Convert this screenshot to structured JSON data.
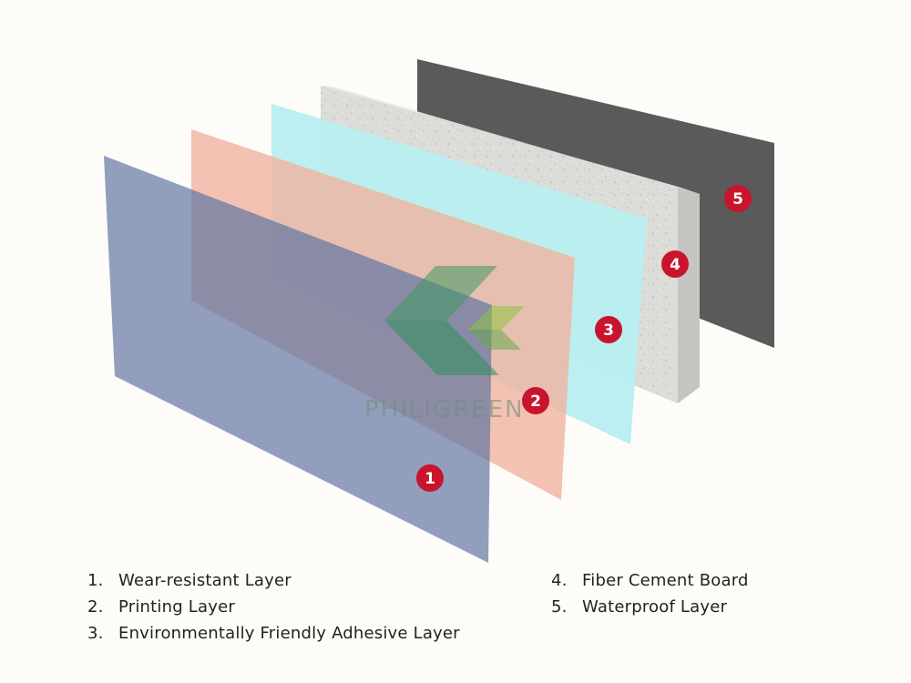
{
  "diagram": {
    "layers": [
      {
        "id": "1",
        "color": "#7486a6"
      },
      {
        "id": "2",
        "color": "#f0b4a2"
      },
      {
        "id": "3",
        "color": "#b7eef0"
      },
      {
        "id": "4",
        "color": "#dcdcd9"
      },
      {
        "id": "5",
        "color": "#5a5a5a"
      }
    ],
    "badge_color": "#c9142d",
    "watermark": {
      "text": "PHILIGREEN",
      "color": "#2f8f58"
    }
  },
  "legend": {
    "items": [
      {
        "number": "1.",
        "label": "Wear-resistant Layer"
      },
      {
        "number": "2.",
        "label": "Printing Layer"
      },
      {
        "number": "3.",
        "label": "Environmentally Friendly Adhesive Layer"
      },
      {
        "number": "4.",
        "label": "Fiber Cement Board"
      },
      {
        "number": "5.",
        "label": "Waterproof Layer"
      }
    ]
  }
}
